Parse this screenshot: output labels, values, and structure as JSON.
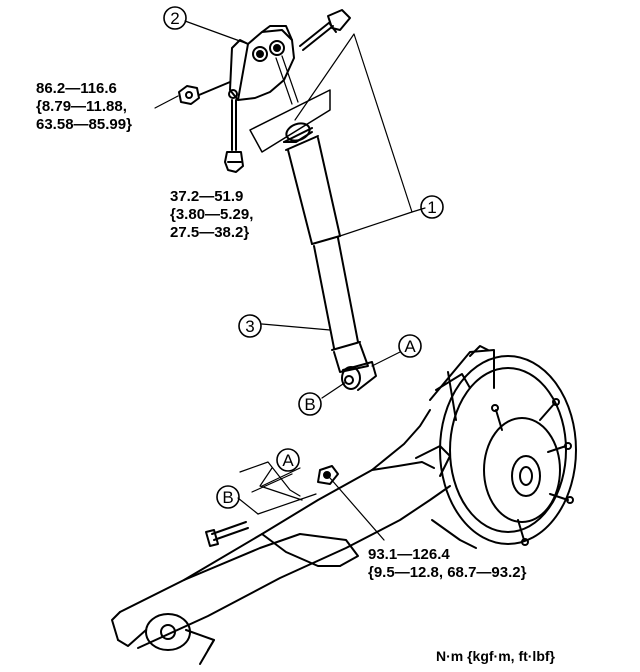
{
  "callouts": {
    "part_1": "1",
    "part_2": "2",
    "part_3": "3",
    "ref_a_upper": "A",
    "ref_b_upper": "B",
    "ref_a_lower": "A",
    "ref_b_lower": "B"
  },
  "torque_upper_nut": {
    "line1": "86.2—116.6",
    "line2": "{8.79—11.88,",
    "line3": "63.58—85.99}"
  },
  "torque_upper_bolt": {
    "line1": "37.2—51.9",
    "line2": "{3.80—5.29,",
    "line3": "27.5—38.2}"
  },
  "torque_lower_nut": {
    "line1": "93.1—126.4",
    "line2": "{9.5—12.8, 68.7—93.2}"
  },
  "units": "N·m {kgf·m, ft·lbf}"
}
